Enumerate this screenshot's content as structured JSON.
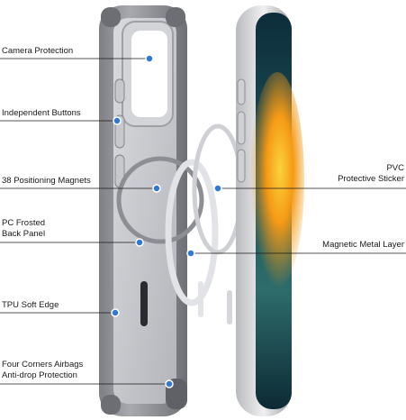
{
  "callouts_left": [
    {
      "lines": [
        "Camera Protection"
      ]
    },
    {
      "lines": [
        "Independent Buttons"
      ]
    },
    {
      "lines": [
        "38 Positioning Magnets"
      ]
    },
    {
      "lines": [
        "PC Frosted",
        "Back Panel"
      ]
    },
    {
      "lines": [
        "TPU Soft Edge"
      ]
    },
    {
      "lines": [
        "Four Corners Airbags",
        "Anti-drop Protection"
      ]
    }
  ],
  "callouts_right": [
    {
      "lines": [
        "PVC",
        "Protective Sticker"
      ]
    },
    {
      "lines": [
        "Magnetic Metal Layer"
      ]
    }
  ],
  "colors": {
    "leader_line": "#1a1a1a",
    "marker_dot": "#2f79d6",
    "case_frame": "#8f9196",
    "case_panel": "#c7c8cc",
    "phone_frame": "#d5d6d9",
    "screen_warm": "#f4a019",
    "screen_cool": "#1c5a5e"
  },
  "icons": [
    "marker-dot-icon"
  ]
}
